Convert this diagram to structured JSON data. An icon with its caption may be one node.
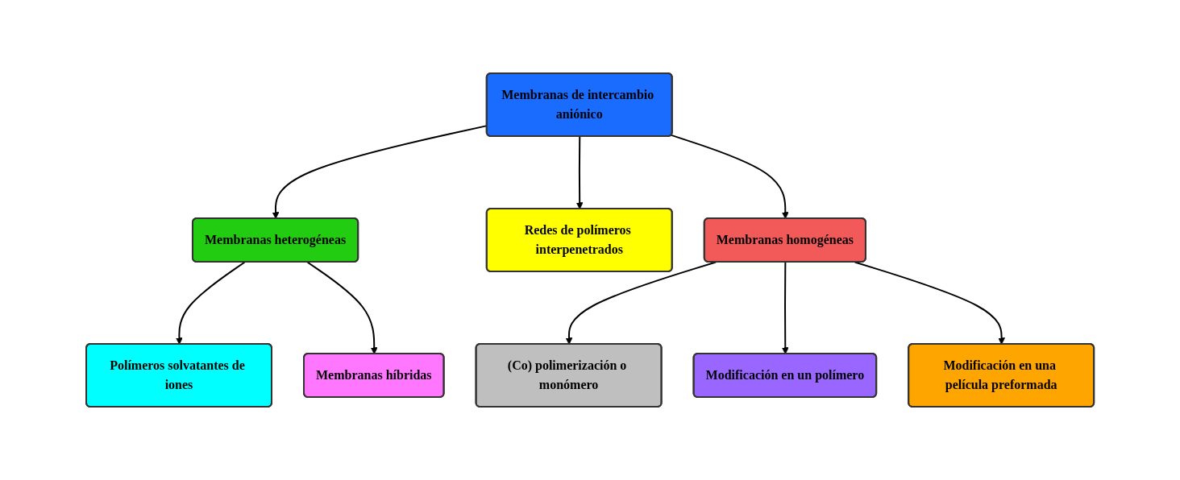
{
  "diagram": {
    "nodes": [
      {
        "text": [
          "Membranas de intercambio aniónico"
        ]
      },
      {
        "text": [
          "Membranas heterogéneas"
        ]
      },
      {
        "text": [
          "Redes de polímeros interpenetrados"
        ]
      },
      {
        "text": [
          "Membranas homogéneas"
        ]
      },
      {
        "text": [
          "Polímeros solvatantes de iones"
        ]
      },
      {
        "text": [
          "Membranas híbridas"
        ]
      },
      {
        "text": [
          "(Co) polimerización o monómero"
        ]
      },
      {
        "text": [
          "Modificación en un polímero"
        ]
      },
      {
        "text": [
          "Modificación en una película preformada"
        ]
      }
    ],
    "edges": [
      {
        "from": 0,
        "to": 1,
        "arrow": "to"
      },
      {
        "from": 0,
        "to": 2,
        "arrow": "to"
      },
      {
        "from": 0,
        "to": 3,
        "arrow": "to"
      },
      {
        "from": 1,
        "to": 4,
        "arrow": "to"
      },
      {
        "from": 1,
        "to": 5,
        "arrow": "to"
      },
      {
        "from": 3,
        "to": 6,
        "arrow": "to"
      },
      {
        "from": 3,
        "to": 7,
        "arrow": "to"
      },
      {
        "from": 3,
        "to": 8,
        "arrow": "to"
      }
    ]
  }
}
